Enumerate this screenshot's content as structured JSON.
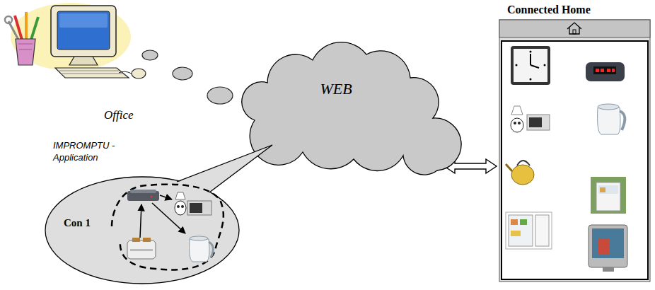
{
  "diagram": {
    "nodes": [
      {
        "text": [
          "WEB"
        ]
      },
      {
        "text": [
          "Con 1"
        ]
      },
      {
        "text": [
          "Connected Home"
        ]
      }
    ],
    "edges": [
      {
        "from": 0,
        "to": 2,
        "arrow": "both"
      }
    ],
    "labels": [
      "Office",
      "IMPROMPTU - Application"
    ]
  }
}
